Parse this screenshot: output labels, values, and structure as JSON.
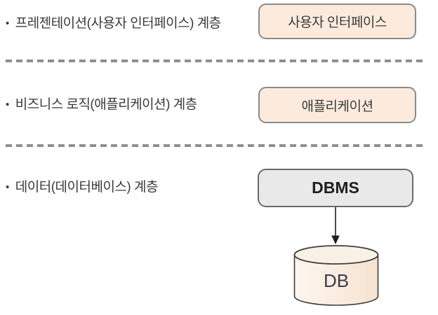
{
  "diagram": {
    "rows": [
      {
        "bullet": "•",
        "label": "프레젠테이션(사용자 인터페이스) 계층",
        "box_label": "사용자 인터페이스"
      },
      {
        "bullet": "•",
        "label": "비즈니스 로직(애플리케이션) 계층",
        "box_label": "애플리케이션"
      },
      {
        "bullet": "•",
        "label": "데이터(데이터베이스) 계층",
        "box_label": "DBMS"
      }
    ],
    "database": {
      "label": "DB"
    },
    "colors": {
      "peach_fill": "#fcebdd",
      "peach_border": "#8a8a8a",
      "dbms_fill": "#e9e9ea",
      "dbms_border": "#6b6b6b",
      "dash_gray": "#8f8f8f",
      "label_text": "#3a3a3a",
      "dbms_text": "#1f1f1f",
      "db_text": "#3c3c4e",
      "cylinder_stroke": "#3f3f3f",
      "cylinder_fill_light": "#fdf4ea",
      "cylinder_fill_dark": "#f6e2d0"
    }
  }
}
